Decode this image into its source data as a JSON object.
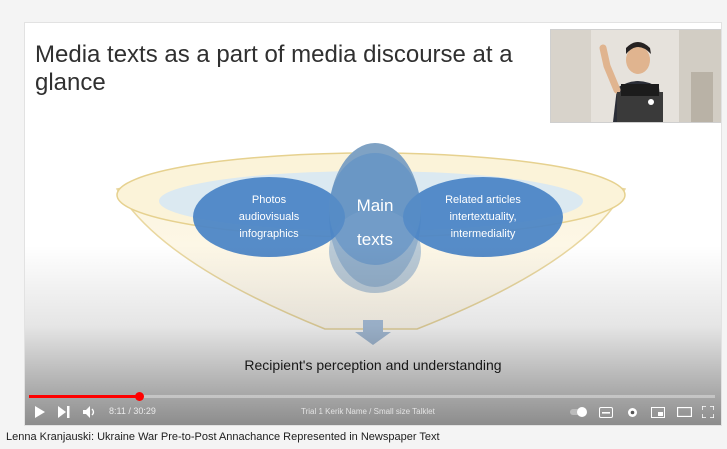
{
  "slide": {
    "title": "Media texts as a part of media discourse at a glance",
    "left_circle": [
      "Photos",
      "audiovisuals",
      "infographics"
    ],
    "center_circle": [
      "Main",
      "texts"
    ],
    "right_circle": [
      "Related articles",
      "intertextuality,",
      "intermediality"
    ],
    "bottom_text": "Recipient's perception and understanding"
  },
  "player": {
    "progress_fraction": 0.16,
    "time": "8:11 / 30:29",
    "chapter": "Trial 1 Kerik Name / Small size Talklet",
    "controls": {
      "play_icon": "play-icon",
      "next_icon": "next-icon",
      "volume_icon": "volume-icon",
      "autoplay_icon": "autoplay-toggle-icon",
      "subtitles_icon": "subtitles-icon",
      "settings_icon": "gear-icon",
      "miniplayer_icon": "miniplayer-icon",
      "theater_icon": "theater-icon",
      "fullscreen_icon": "fullscreen-icon"
    },
    "accent": "#ff0000"
  },
  "caption": "Lenna Kranjauski: Ukraine War Pre-to-Post Annachance Represented in Newspaper Text"
}
